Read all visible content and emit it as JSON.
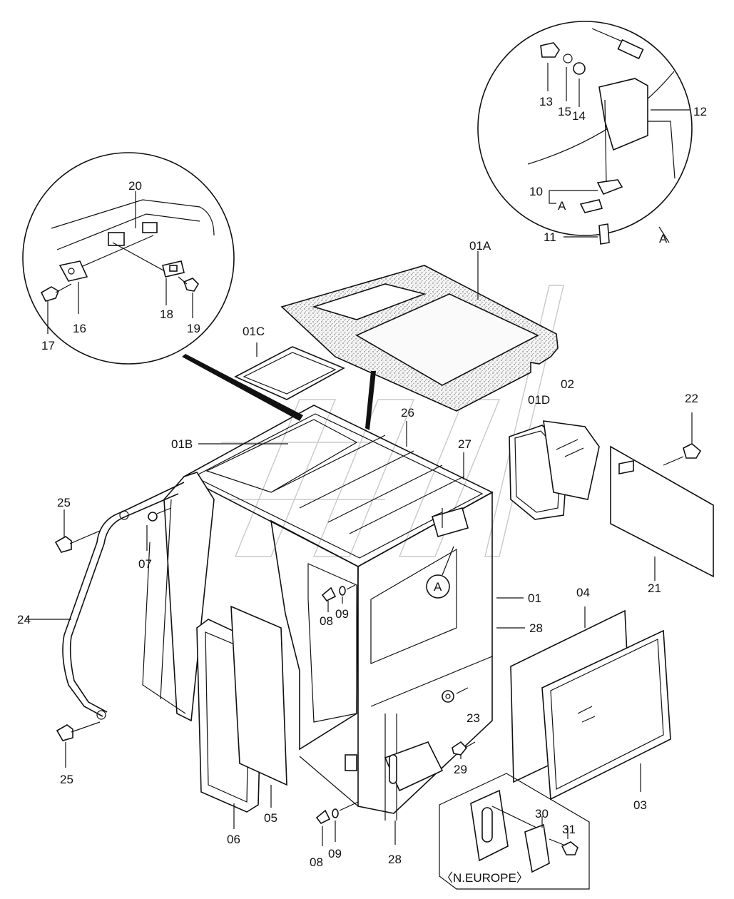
{
  "parts": {
    "p01": "01",
    "p01A": "01A",
    "p01B": "01B",
    "p01C": "01C",
    "p01D": "01D",
    "p02": "02",
    "p03": "03",
    "p04": "04",
    "p05": "05",
    "p06": "06",
    "p07": "07",
    "p08a": "08",
    "p08b": "08",
    "p09a": "09",
    "p09b": "09",
    "p10": "10",
    "p11": "11",
    "p12": "12",
    "p13": "13",
    "p14": "14",
    "p15": "15",
    "p16": "16",
    "p17": "17",
    "p18": "18",
    "p19": "19",
    "p20": "20",
    "p21": "21",
    "p22": "22",
    "p23": "23",
    "p24": "24",
    "p25a": "25",
    "p25b": "25",
    "p26": "26",
    "p27": "27",
    "p28a": "28",
    "p28b": "28",
    "p29": "29",
    "p30": "30",
    "p31": "31"
  },
  "callouts": {
    "detail_a_letter": "A",
    "detail_a_pointer": "A",
    "detail_a_bracket": "A",
    "main_a_marker": "A"
  },
  "variant_label": "〈N.EUROPE〉"
}
